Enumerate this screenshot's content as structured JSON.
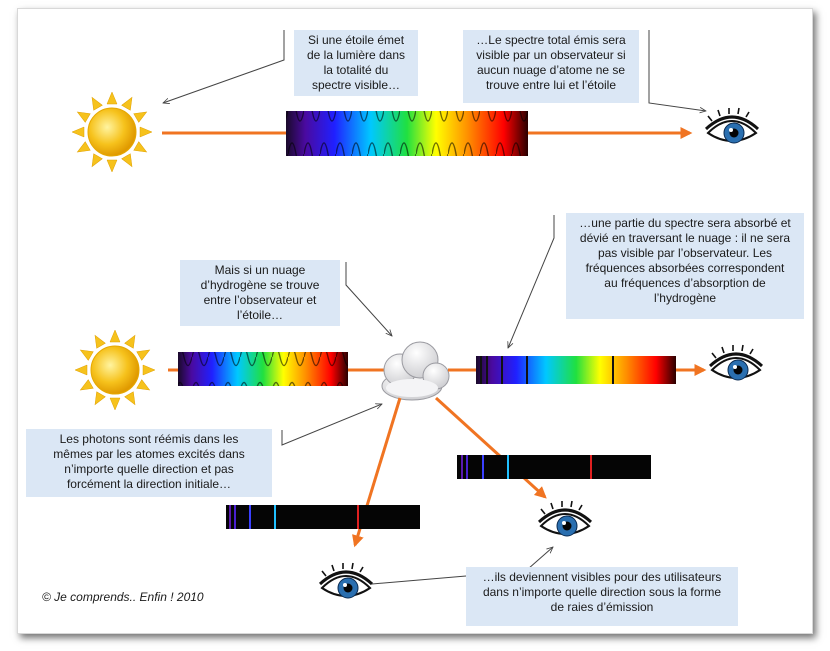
{
  "callouts": {
    "star_emits": "Si une étoile émet\nde la lumière dans\nla totalité du\nspectre visible…",
    "total_spectrum": "…Le spectre total émis sera\nvisible par un observateur si\naucun nuage d’atome ne se\ntrouve entre lui et l’étoile",
    "absorbed": "…une partie du spectre sera absorbé et\ndévié en traversant le nuage : il ne sera\npas visible par l’observateur. Les\nfréquences absorbées correspondent\nau fréquences d’absorption de\nl’hydrogène",
    "cloud": "Mais si un nuage\nd’hydrogène se trouve\nentre l’observateur et\nl’étoile…",
    "reemitted": "Les photons sont réémis dans les\nmêmes par les atomes excités  dans\nn’importe quelle direction et pas\nforcément la direction initiale…",
    "visible_any": "…ils deviennent visibles pour des utilisateurs\ndans n’importe quelle direction sous la forme\nde raies d’émission"
  },
  "copyright": "© Je comprends.. Enfin ! 2010",
  "colors": {
    "arrow": "#f07422",
    "box": "#dbe7f5",
    "sun": "#f6c21c",
    "eye_iris": "#2a6fb0"
  },
  "icons": [
    "sun-icon",
    "eye-icon",
    "cloud-icon"
  ]
}
